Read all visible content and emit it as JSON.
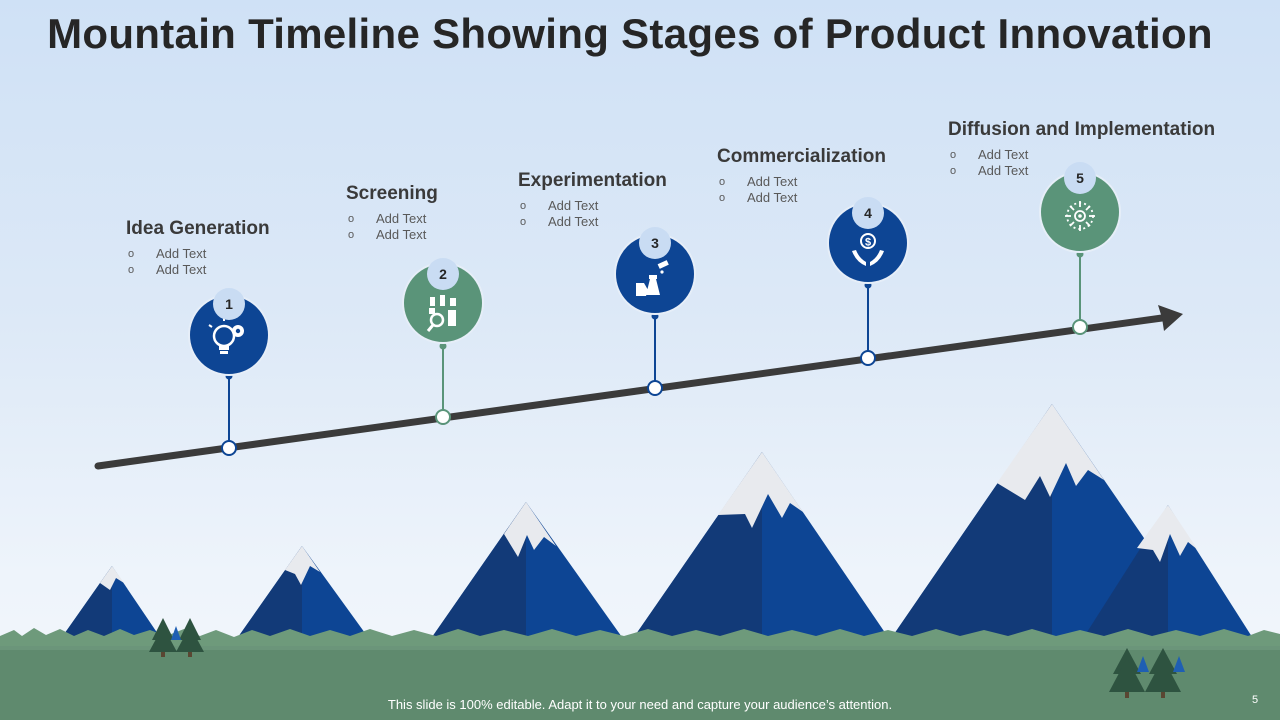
{
  "title": "Mountain Timeline Showing Stages of Product Innovation",
  "colors": {
    "dark_blue": "#0d4594",
    "green": "#5a9479",
    "arrow": "#3b3b3b",
    "grass": "#5f8a6e"
  },
  "stages": [
    {
      "number": "1",
      "title": "Idea Generation",
      "items": [
        "Add Text",
        "Add Text"
      ],
      "icon": "lightbulb-gear-icon",
      "color": "#0d4594"
    },
    {
      "number": "2",
      "title": "Screening",
      "items": [
        "Add Text",
        "Add Text"
      ],
      "icon": "screening-tools-icon",
      "color": "#5a9479"
    },
    {
      "number": "3",
      "title": "Experimentation",
      "items": [
        "Add Text",
        "Add Text"
      ],
      "icon": "lab-flask-hand-icon",
      "color": "#0d4594"
    },
    {
      "number": "4",
      "title": "Commercialization",
      "items": [
        "Add Text",
        "Add Text"
      ],
      "icon": "money-hands-icon",
      "color": "#0d4594"
    },
    {
      "number": "5",
      "title": "Diffusion and Implementation",
      "items": [
        "Add Text",
        "Add Text"
      ],
      "icon": "diffusion-burst-icon",
      "color": "#5a9479"
    }
  ],
  "footer": "This slide is 100% editable. Adapt it to your need and capture your audience’s attention.",
  "page_number": "5"
}
